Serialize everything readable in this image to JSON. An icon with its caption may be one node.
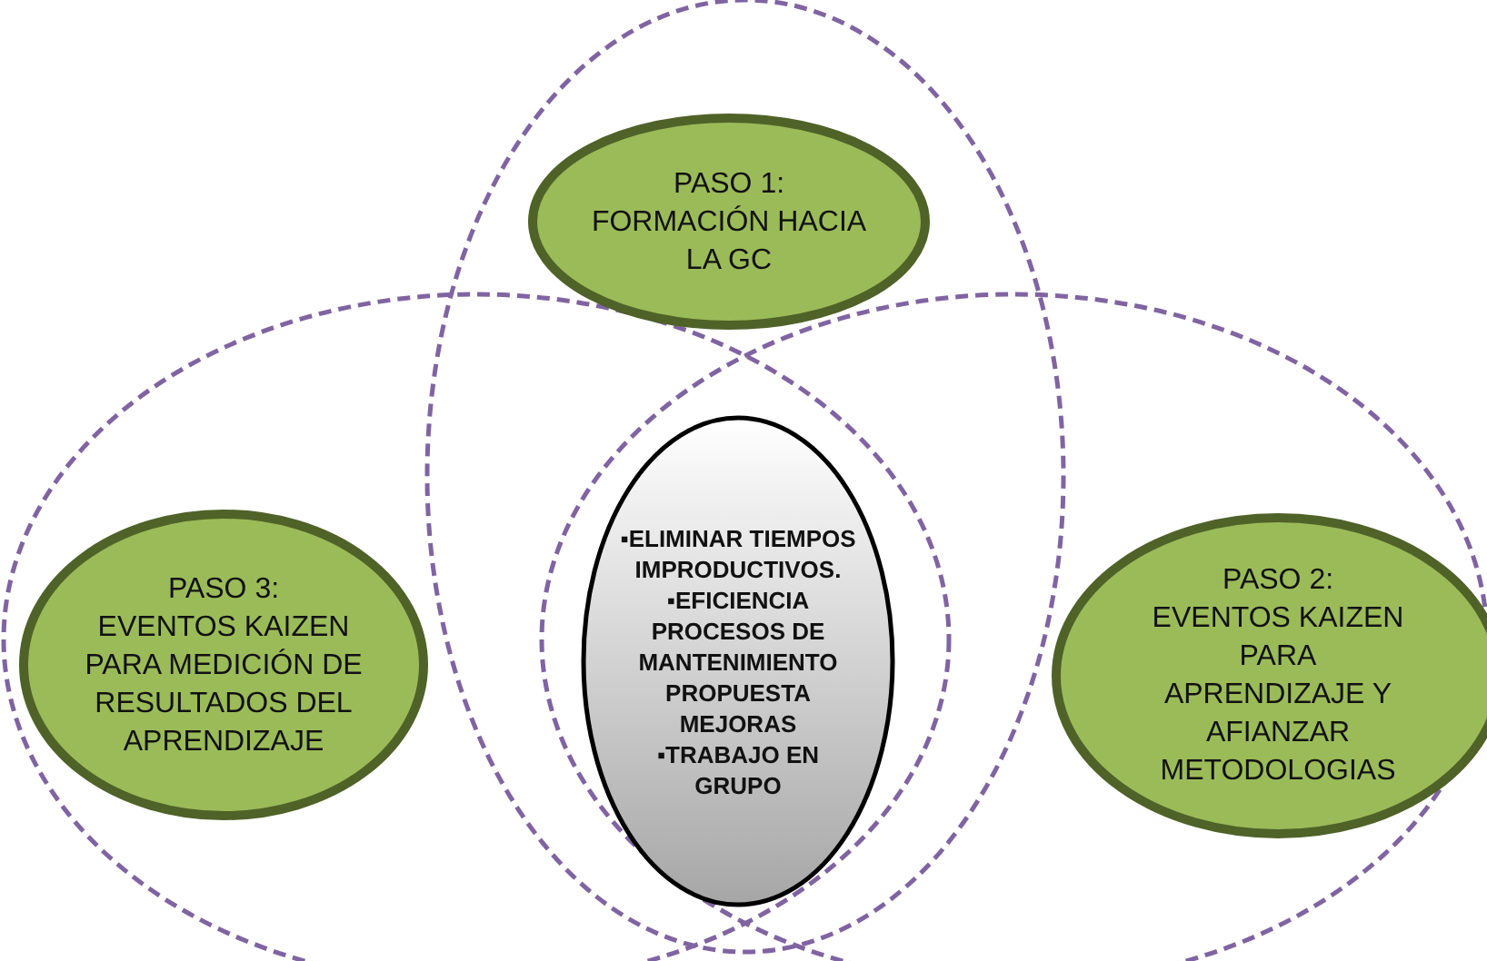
{
  "diagram": {
    "nodes": [
      {
        "text": [
          "PASO 1:",
          "FORMACIÓN HACIA LA GC"
        ]
      },
      {
        "text": [
          "PASO 3:",
          "EVENTOS KAIZEN PARA MEDICIÓN DE RESULTADOS DEL APRENDIZAJE"
        ]
      },
      {
        "text": [
          "▪ELIMINAR TIEMPOS IMPRODUCTIVOS.",
          "▪EFICIENCIA PROCESOS DE MANTENIMIENTO PROPUESTA MEJORAS",
          "▪TRABAJO EN GRUPO"
        ]
      },
      {
        "text": [
          "PASO 2:",
          "EVENTOS KAIZEN PARA APRENDIZAJE Y AFIANZAR METODOLOGIAS"
        ]
      }
    ],
    "edges": []
  }
}
